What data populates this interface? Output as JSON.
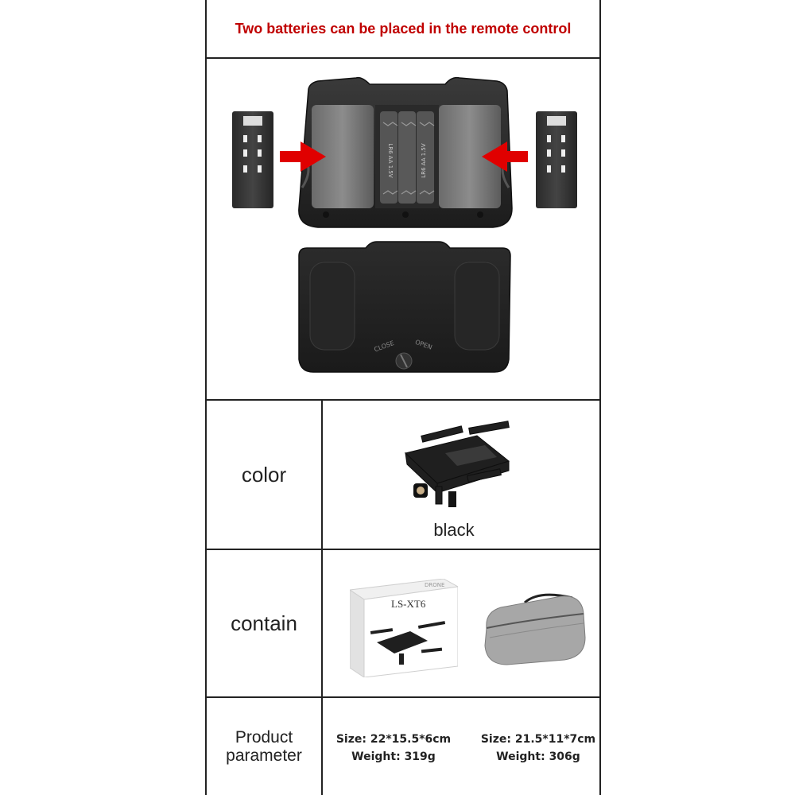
{
  "header": {
    "title": "Two batteries can be placed in the remote control"
  },
  "remote_diagram": {
    "compartment_labels": [
      "LR6 AA 1.5V",
      "LR6 AA 1.5V"
    ],
    "cover_labels": {
      "close": "CLOSE",
      "open": "OPEN"
    }
  },
  "rows": {
    "color": {
      "label": "color",
      "value": "black"
    },
    "contain": {
      "label": "contain",
      "box_brand": "LS-XT6",
      "box_tag": "DRONE"
    },
    "parameter": {
      "label_line1": "Product",
      "label_line2": "parameter",
      "item1_size": "Size: 22*15.5*6cm",
      "item1_weight": "Weight: 319g",
      "item2_size": "Size: 21.5*11*7cm",
      "item2_weight": "Weight: 306g"
    }
  },
  "colors": {
    "accent": "#c00000",
    "arrow": "#e00000",
    "border": "#222222"
  }
}
